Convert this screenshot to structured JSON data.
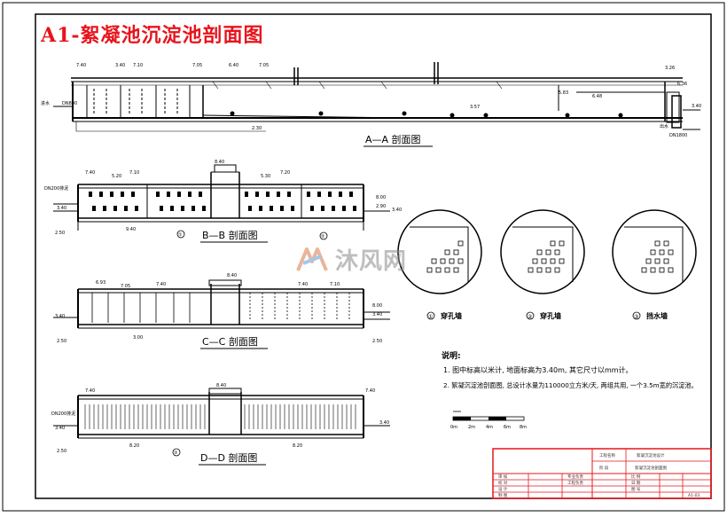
{
  "title": "A1-絮凝池沉淀池剖面图",
  "watermark": "沐风网",
  "sections": {
    "aa": "A—A 剖面图",
    "bb": "B—B 剖面图",
    "cc": "C—C 剖面图",
    "dd": "D—D 剖面图"
  },
  "aa_labels": {
    "elev_740": "7.40",
    "elev_340": "3.40",
    "elev_710": "7.10",
    "elev_705a": "7.05",
    "elev_640": "6.40",
    "elev_705b": "7.05",
    "elev_326": "3.26",
    "elev_636": "6.36",
    "elev_583": "5.83",
    "elev_648": "6.48",
    "elev_357": "3.57",
    "elev_340r": "3.40",
    "elev_230": "2.30",
    "pipe_in": "DN800",
    "pipe_out": "DN1800",
    "inlet": "进水",
    "outlet": "出水"
  },
  "bb_labels": {
    "elev_840": "8.40",
    "elev_740": "7.40",
    "elev_520": "5.20",
    "elev_710": "7.10",
    "elev_530": "5.30",
    "elev_720": "7.20",
    "elev_340": "3.40",
    "elev_800": "8.00",
    "elev_290": "2.90",
    "elev_340r": "3.40",
    "elev_250": "2.50",
    "elev_940": "9.40",
    "pipe": "DN200排泥",
    "mark1": "①",
    "mark2": "②"
  },
  "cc_labels": {
    "elev_693": "6.93",
    "elev_705": "7.05",
    "elev_740": "7.40",
    "elev_840": "8.40",
    "elev_740b": "7.40",
    "elev_710": "7.10",
    "elev_340": "3.40",
    "elev_250": "2.50",
    "elev_800": "8.00",
    "elev_340r": "3.40",
    "elev_250r": "2.50",
    "elev_300": "3.00"
  },
  "dd_labels": {
    "elev_740": "7.40",
    "elev_840": "8.40",
    "elev_740r": "7.40",
    "elev_340": "3.40",
    "elev_340r": "3.40",
    "elev_250": "2.50",
    "elev_820": "8.20",
    "elev_820r": "8.20",
    "pipe": "DN200排泥",
    "mark3": "③"
  },
  "details": [
    {
      "mark": "①",
      "name": "穿孔墙"
    },
    {
      "mark": "②",
      "name": "穿孔墙"
    },
    {
      "mark": "③",
      "name": "挡水墙"
    }
  ],
  "notes": {
    "heading": "说明:",
    "line1": "1. 图中标高以米计, 地面标高为3.40m, 其它尺寸以mm计。",
    "line2": "2. 絮凝沉淀池剖面图, 总设计水量为110000立方米/天, 两组共用, 一个3.5m宽的沉淀池。"
  },
  "scale": {
    "ticks": [
      "0m",
      "2m",
      "4m",
      "6m",
      "8m"
    ]
  },
  "titleblock": {
    "designer": "工程名称",
    "project": "絮凝沉淀池设计",
    "drawing": "絮凝沉淀池剖面图",
    "row_review": "审 核",
    "row_check": "校 对",
    "row_design": "设 计",
    "row_draw": "制 图",
    "col_a": "专业负责",
    "col_b": "工程负责",
    "col_c": "比 例",
    "col_d": "日 期",
    "col_e": "图 号",
    "col_f": "阶 段",
    "drawing_no": "A1-03"
  }
}
